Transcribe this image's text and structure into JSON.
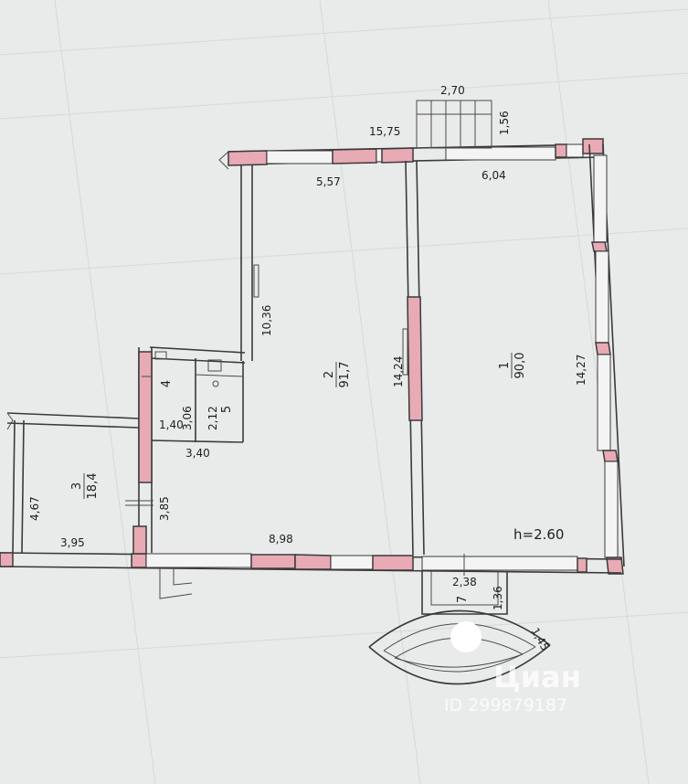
{
  "plan": {
    "height_label": "h=2.60",
    "watermark_line1": "Циан",
    "watermark_line2": "ID 299879187"
  },
  "rooms": [
    {
      "number": "1",
      "area": "90,0"
    },
    {
      "number": "2",
      "area": "91,7"
    },
    {
      "number": "3",
      "area": "18,4"
    },
    {
      "number": "4",
      "area": ""
    },
    {
      "number": "5",
      "area": ""
    },
    {
      "number": "7",
      "area": ""
    }
  ],
  "dimensions": {
    "top_total": "15,75",
    "stair_width": "2,70",
    "stair_depth": "1,56",
    "room2_top": "5,57",
    "room1_top": "6,04",
    "room2_left": "10,36",
    "partition": "14,24",
    "room1_right": "14,27",
    "room4_h": "3,06",
    "room5_h": "2,12",
    "room4_w": "1,40",
    "room45_w": "3,40",
    "room3_wall": "3,85",
    "room3_left": "4,67",
    "room3_bottom": "3,95",
    "room2_bottom": "8,98",
    "porch_w": "2,38",
    "porch_d": "1,36",
    "ramp": "1,45"
  },
  "colors": {
    "wall_fill": "#e8aab4",
    "line": "#3a3a3a",
    "paper": "#e9ebea"
  }
}
